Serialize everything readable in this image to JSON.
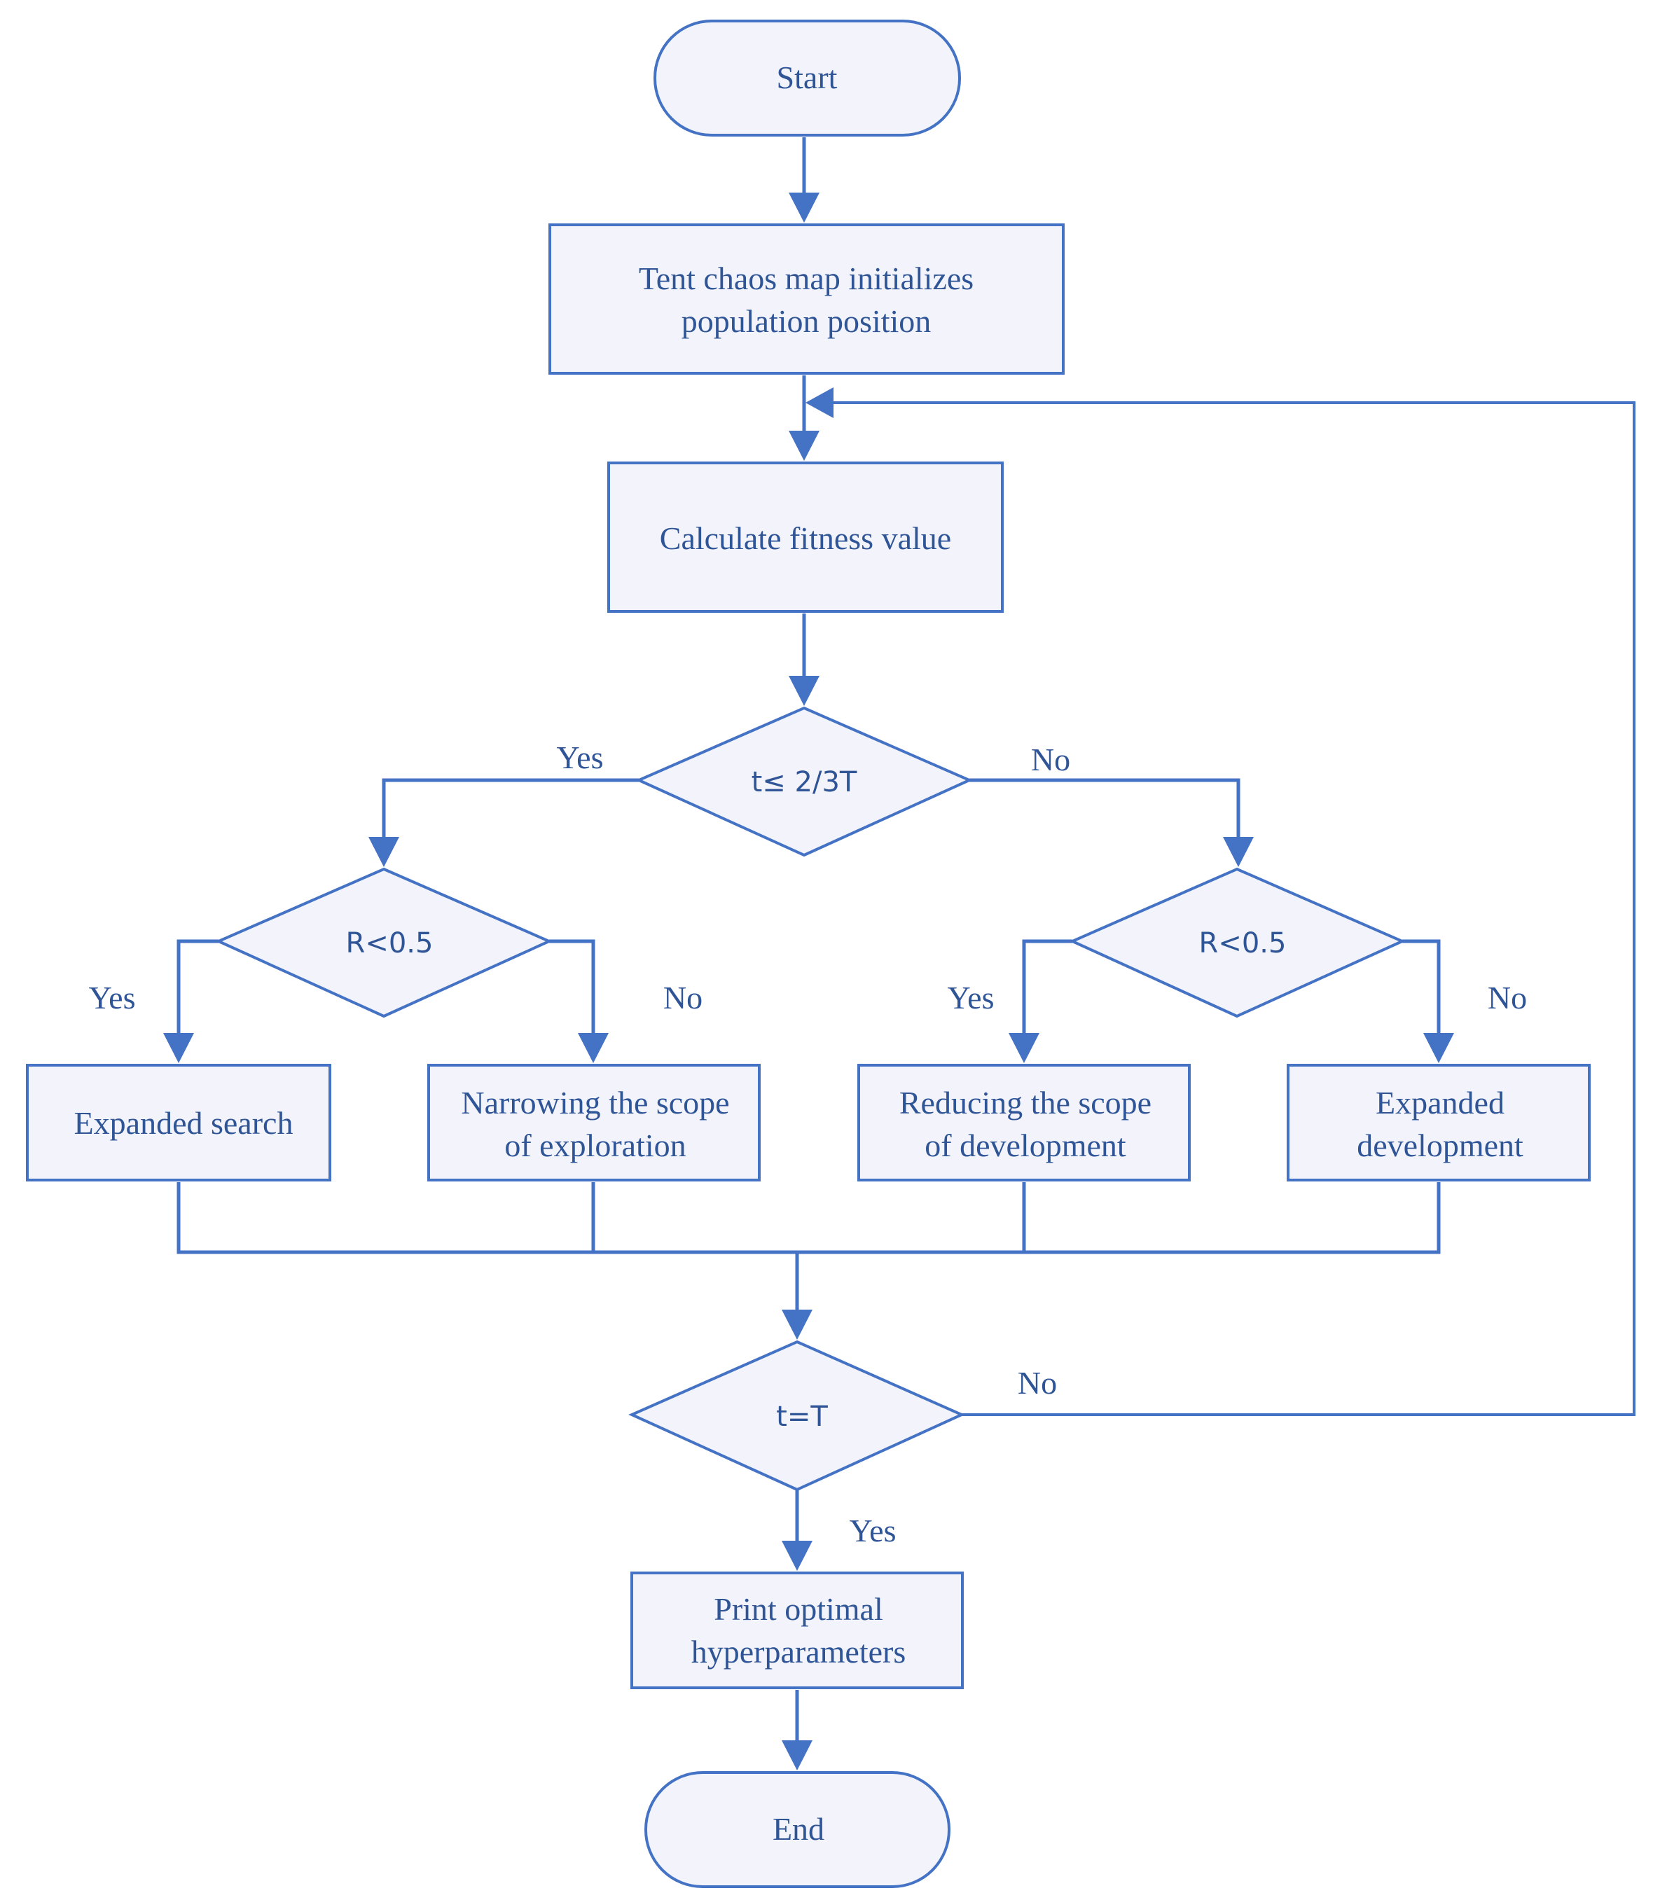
{
  "nodes": {
    "start": "Start",
    "init": [
      "Tent chaos map initializes",
      "population position"
    ],
    "fitness": "Calculate fitness value",
    "cond_t": "t≤ 2/3T",
    "cond_r_left": "R<0.5",
    "cond_r_right": "R<0.5",
    "expanded_search": "Expanded search",
    "narrowing": [
      "Narrowing the scope",
      "of exploration"
    ],
    "reducing": [
      "Reducing the scope",
      "of development"
    ],
    "expanded_dev": [
      "Expanded",
      "development"
    ],
    "cond_end": "t=T",
    "print": [
      "Print optimal",
      "hyperparameters"
    ],
    "end": "End"
  },
  "edges": {
    "t_yes": "Yes",
    "t_no": "No",
    "rl_yes": "Yes",
    "rl_no": "No",
    "rr_yes": "Yes",
    "rr_no": "No",
    "end_no": "No",
    "end_yes": "Yes"
  },
  "colors": {
    "stroke": "#4472c4",
    "text": "#2f5597",
    "fill": "#f3f4fb"
  }
}
